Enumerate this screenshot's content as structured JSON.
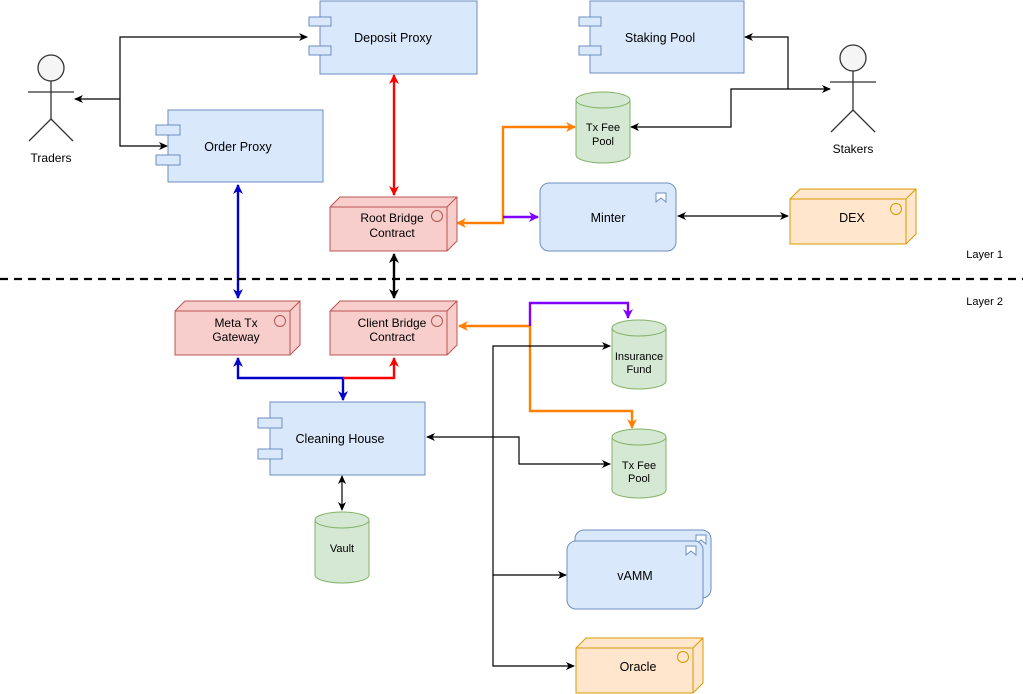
{
  "actors": {
    "traders": "Traders",
    "stakers": "Stakers"
  },
  "components": {
    "deposit_proxy": "Deposit Proxy",
    "staking_pool": "Staking Pool",
    "order_proxy": "Order Proxy",
    "cleaning_house": "Cleaning House"
  },
  "contracts": {
    "root_bridge": [
      "Root Bridge",
      "Contract"
    ],
    "client_bridge": [
      "Client Bridge",
      "Contract"
    ],
    "meta_tx_gateway": [
      "Meta Tx",
      "Gateway"
    ]
  },
  "pools": {
    "tx_fee_pool_l1": [
      "Tx Fee",
      "Pool"
    ],
    "insurance_fund": [
      "Insurance",
      "Fund"
    ],
    "tx_fee_pool_l2": [
      "Tx Fee",
      "Pool"
    ],
    "vault": "Vault"
  },
  "services": {
    "minter": "Minter",
    "vamm": "vAMM"
  },
  "external": {
    "dex": "DEX",
    "oracle": "Oracle"
  },
  "layers": {
    "layer1": "Layer 1",
    "layer2": "Layer 2"
  },
  "colors": {
    "blue_fill": "#dae8fc",
    "blue_stroke": "#6c8ebf",
    "red_fill": "#f8cecc",
    "red_stroke": "#b85450",
    "green_fill": "#d5e8d4",
    "green_stroke": "#82b366",
    "orange_fill": "#ffe6cc",
    "orange_stroke": "#d79b00",
    "red_arrow": "#ff0000",
    "orange_arrow": "#ff8000",
    "purple_arrow": "#7f00ff",
    "blue_arrow": "#0000cc"
  }
}
